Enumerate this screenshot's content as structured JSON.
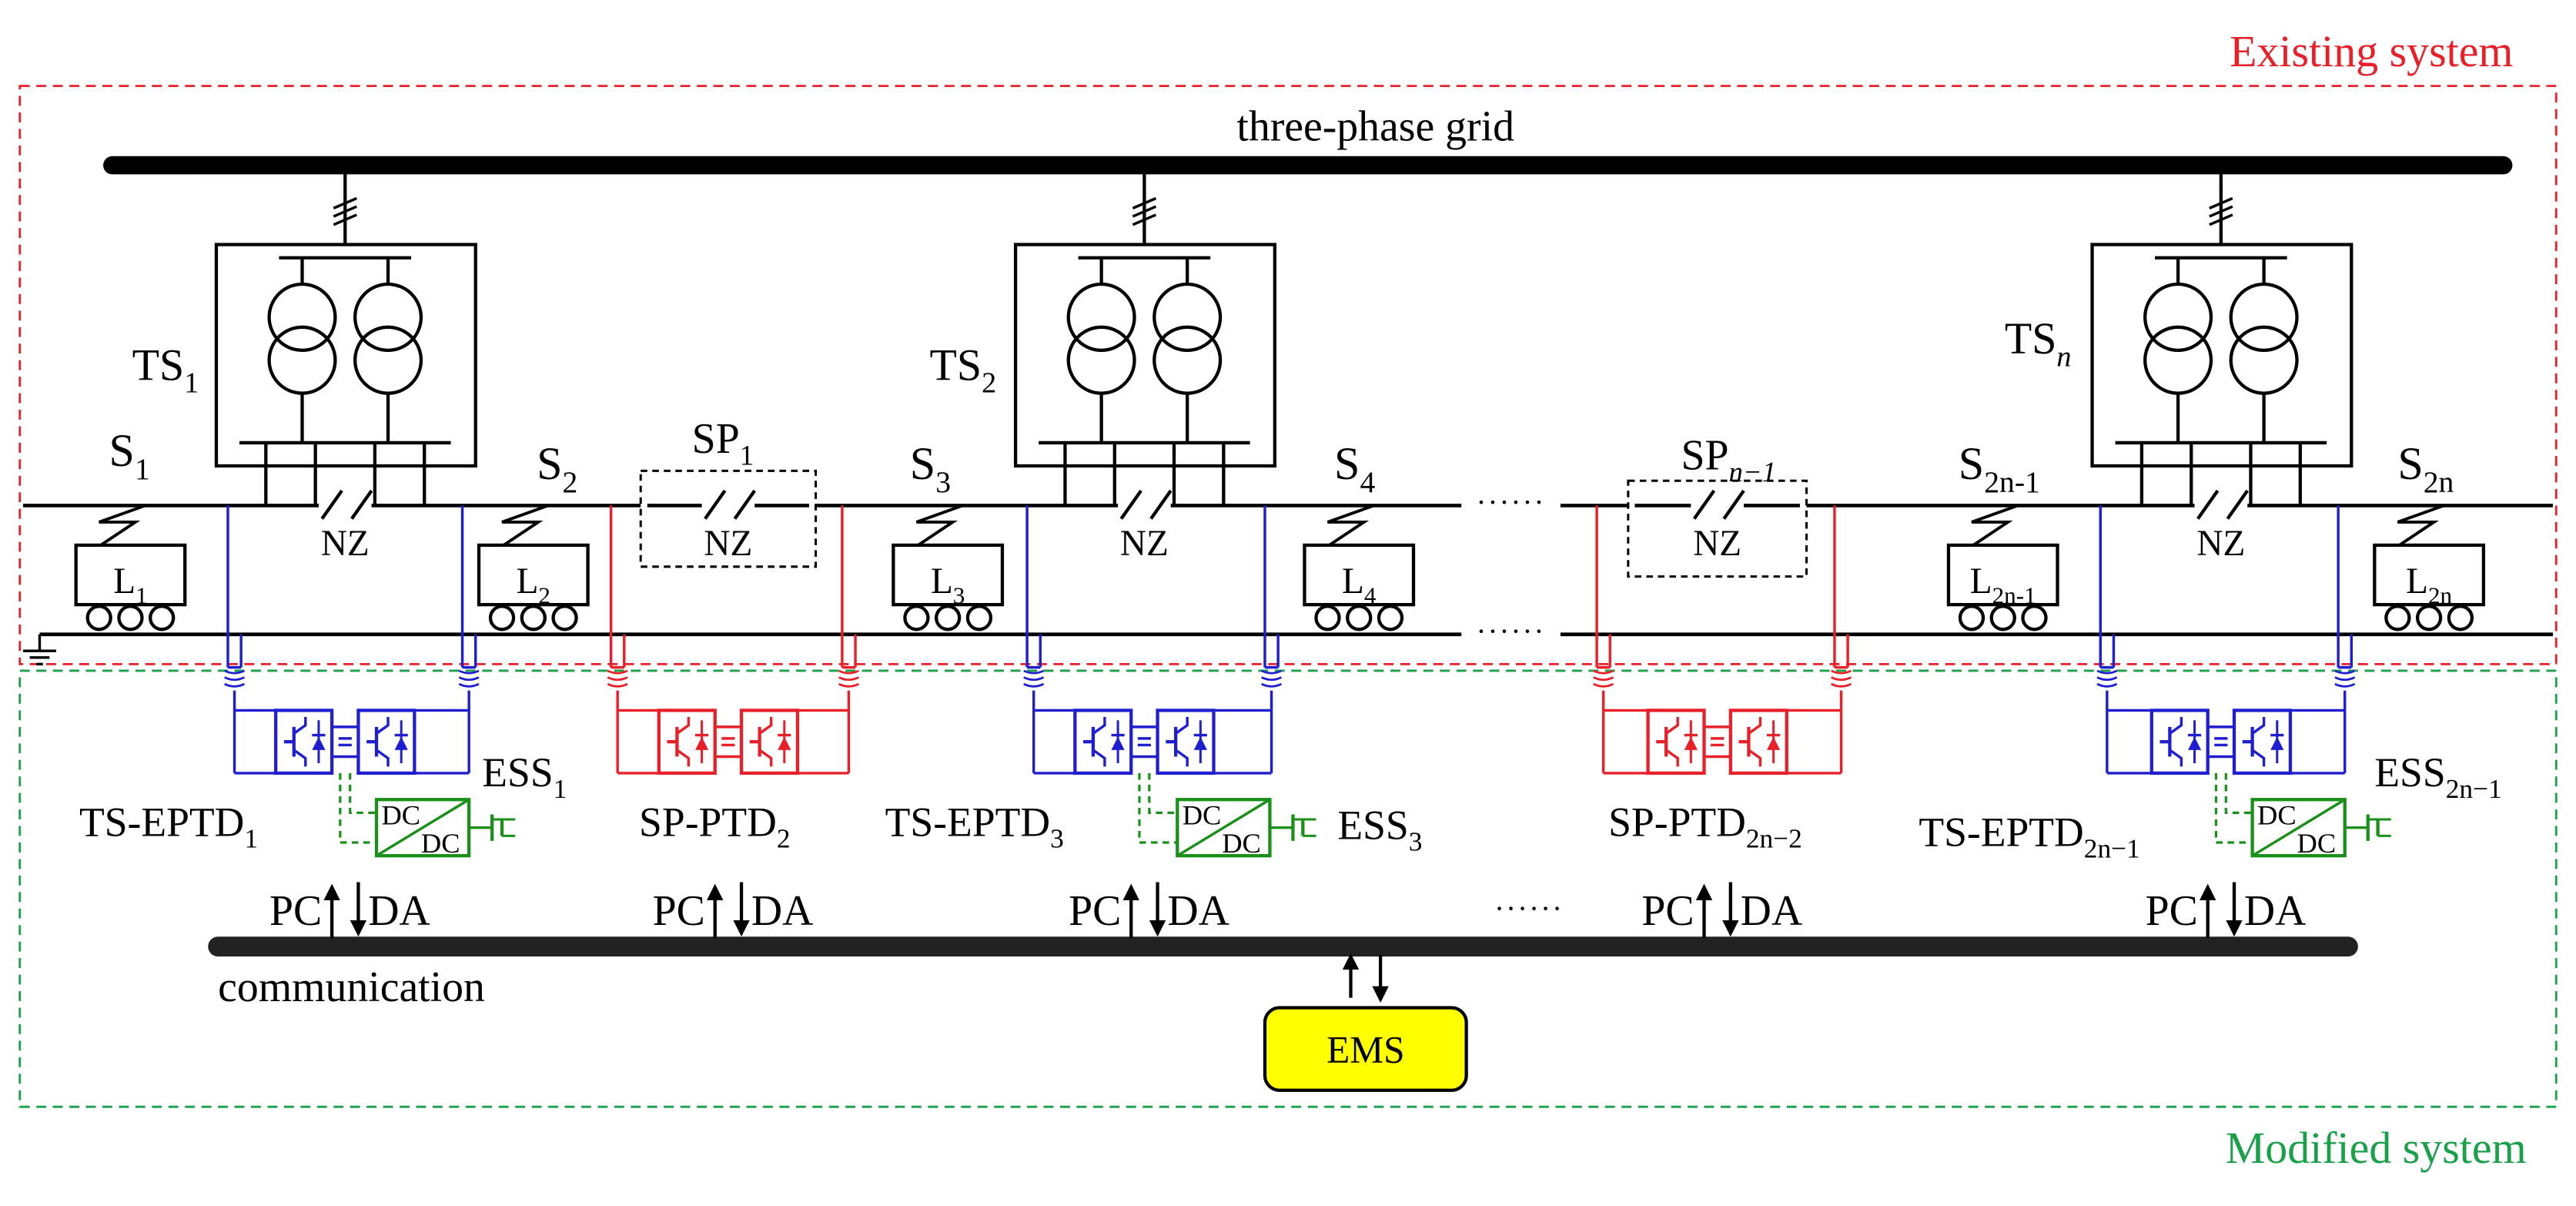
{
  "colors": {
    "existing": "#e8202a",
    "modified": "#1aa04a",
    "ts_device": "#1f1fd0",
    "sp_device": "#e8202a",
    "ess": "#1a8f1a",
    "ems_fill": "#ffff00",
    "line": "#000000"
  },
  "regions": {
    "existing_label": "Existing system",
    "modified_label": "Modified system"
  },
  "grid": {
    "label": "three-phase grid"
  },
  "comm": {
    "label": "communication",
    "pc": "PC",
    "da": "DA"
  },
  "ems": {
    "label": "EMS"
  },
  "ellipsis": "······",
  "neutral_zone": "NZ",
  "substations": [
    {
      "name": "TS",
      "sub": "1",
      "sub_italic": false
    },
    {
      "name": "TS",
      "sub": "2",
      "sub_italic": false
    },
    {
      "name": "TS",
      "sub": "n",
      "sub_italic": true
    }
  ],
  "sectioning_posts": [
    {
      "name": "SP",
      "sub": "1",
      "sub_italic": false
    },
    {
      "name": "SP",
      "sub": "n−1",
      "sub_italic": true
    }
  ],
  "sections": [
    {
      "name": "S",
      "sub": "1"
    },
    {
      "name": "S",
      "sub": "2"
    },
    {
      "name": "S",
      "sub": "3"
    },
    {
      "name": "S",
      "sub": "4"
    },
    {
      "name": "S",
      "sub": "2n-1"
    },
    {
      "name": "S",
      "sub": "2n"
    }
  ],
  "loads": [
    {
      "name": "L",
      "sub": "1"
    },
    {
      "name": "L",
      "sub": "2"
    },
    {
      "name": "L",
      "sub": "3"
    },
    {
      "name": "L",
      "sub": "4"
    },
    {
      "name": "L",
      "sub": "2n-1"
    },
    {
      "name": "L",
      "sub": "2n"
    }
  ],
  "devices": [
    {
      "name": "TS-EPTD",
      "sub": "1",
      "kind": "ts"
    },
    {
      "name": "SP-PTD",
      "sub": "2",
      "kind": "sp"
    },
    {
      "name": "TS-EPTD",
      "sub": "3",
      "kind": "ts"
    },
    {
      "name": "SP-PTD",
      "sub": "2n−2",
      "kind": "sp"
    },
    {
      "name": "TS-EPTD",
      "sub": "2n−1",
      "kind": "ts"
    }
  ],
  "storage": [
    {
      "name": "ESS",
      "sub": "1",
      "dc_top": "DC",
      "dc_bottom": "DC"
    },
    {
      "name": "ESS",
      "sub": "3",
      "dc_top": "DC",
      "dc_bottom": "DC"
    },
    {
      "name": "ESS",
      "sub": "2n−1",
      "dc_top": "DC",
      "dc_bottom": "DC"
    }
  ]
}
